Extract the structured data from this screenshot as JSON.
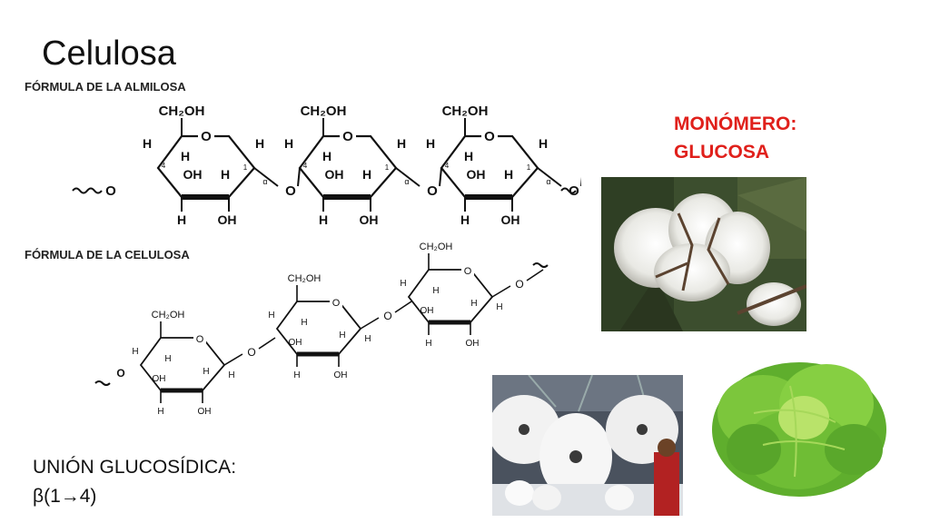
{
  "slide": {
    "title": "Celulosa",
    "amylose_heading": "FÓRMULA DE LA ALMILOSA",
    "cellulose_heading": "FÓRMULA DE LA CELULOSA",
    "monomer_line1": "MONÓMERO:",
    "monomer_line2": "GLUCOSA",
    "bond_line1": "UNIÓN GLUCOSÍDICA:",
    "bond_line2": "β(1→4)",
    "accent_color": "#e0201b"
  },
  "amylose_labels": {
    "ch2oh": "CH₂OH",
    "o": "O",
    "h": "H",
    "oh": "OH",
    "alpha": "α",
    "c4": "4",
    "c1": "1"
  },
  "cellulose_labels": {
    "ch2oh": "CH₂OH",
    "o": "O",
    "h": "H",
    "oh": "OH"
  },
  "photos": [
    {
      "subject": "cotton boll"
    },
    {
      "subject": "paper rolls"
    },
    {
      "subject": "lettuce"
    }
  ]
}
